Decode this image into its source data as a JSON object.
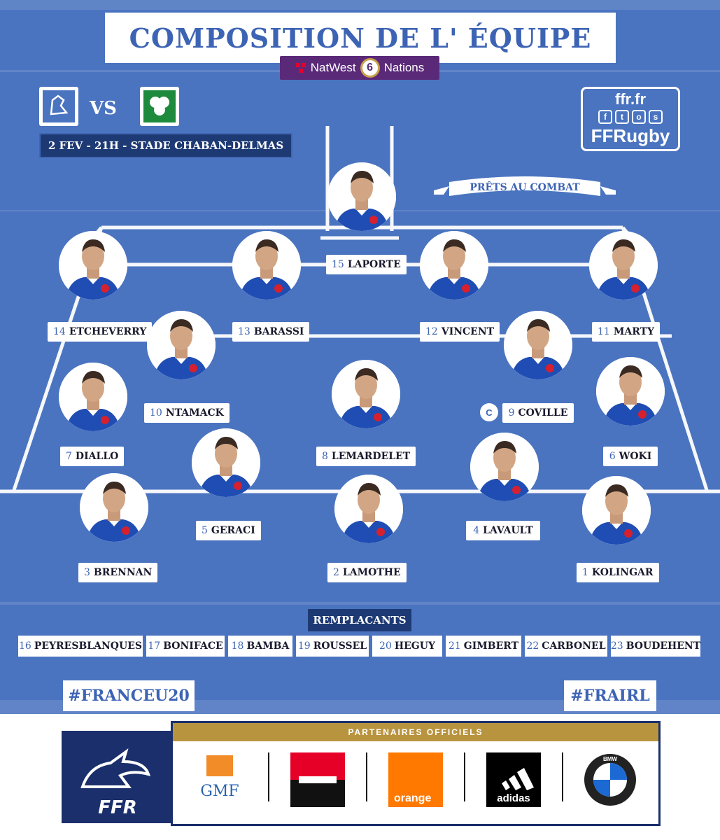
{
  "title": "COMPOSITION DE L' ÉQUIPE",
  "sponsor": {
    "left": "NatWest",
    "number": "6",
    "right": "Nations"
  },
  "versus": "VS",
  "match_info": "2 FEV - 21H - STADE CHABAN-DELMAS",
  "social": {
    "site": "ffr.fr",
    "handle": "FFRugby"
  },
  "banner": "PRÊTS AU COMBAT",
  "captain_mark": "C",
  "players": [
    {
      "num": "15",
      "name": "LAPORTE"
    },
    {
      "num": "14",
      "name": "ETCHEVERRY"
    },
    {
      "num": "13",
      "name": "BARASSI"
    },
    {
      "num": "12",
      "name": "VINCENT"
    },
    {
      "num": "11",
      "name": "MARTY"
    },
    {
      "num": "10",
      "name": "NTAMACK"
    },
    {
      "num": "9",
      "name": "COVILLE"
    },
    {
      "num": "7",
      "name": "DIALLO"
    },
    {
      "num": "8",
      "name": "LEMARDELET"
    },
    {
      "num": "6",
      "name": "WOKI"
    },
    {
      "num": "5",
      "name": "GERACI"
    },
    {
      "num": "4",
      "name": "LAVAULT"
    },
    {
      "num": "3",
      "name": "BRENNAN"
    },
    {
      "num": "2",
      "name": "LAMOTHE"
    },
    {
      "num": "1",
      "name": "KOLINGAR"
    }
  ],
  "subs_title": "REMPLACANTS",
  "subs": [
    {
      "num": "16",
      "name": "PEYRESBLANQUES"
    },
    {
      "num": "17",
      "name": "BONIFACE"
    },
    {
      "num": "18",
      "name": "BAMBA"
    },
    {
      "num": "19",
      "name": "ROUSSEL"
    },
    {
      "num": "20",
      "name": "HEGUY"
    },
    {
      "num": "21",
      "name": "GIMBERT"
    },
    {
      "num": "22",
      "name": "CARBONEL"
    },
    {
      "num": "23",
      "name": "BOUDEHENT"
    }
  ],
  "hashtags": {
    "left": "#FRANCEU20",
    "right": "#FRAIRL"
  },
  "partners_title": "PARTENAIRES OFFICIELS",
  "partners": {
    "gmf": "GMF",
    "orange": "orange",
    "adidas": "adidas",
    "bmw": "BMW"
  },
  "ffr_logo": "FFR",
  "colors": {
    "field": "#4a74c0",
    "navy": "#1e3a74",
    "accent": "#3d64b4",
    "gold": "#b9943f"
  }
}
